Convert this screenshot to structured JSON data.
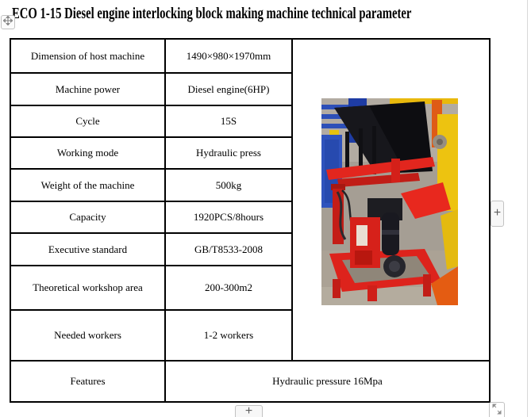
{
  "title": "ECO 1-15 Diesel engine interlocking block making machine technical parameter",
  "table": {
    "rows": [
      {
        "label": "Dimension of host machine",
        "value": "1490×980×1970mm"
      },
      {
        "label": "Machine power",
        "value": "Diesel engine(6HP)"
      },
      {
        "label": "Cycle",
        "value": "15S"
      },
      {
        "label": "Working mode",
        "value": "Hydraulic press"
      },
      {
        "label": "Weight of the machine",
        "value": "500kg"
      },
      {
        "label": "Capacity",
        "value": "1920PCS/8hours"
      },
      {
        "label": "Executive standard",
        "value": "GB/T8533-2008"
      },
      {
        "label": "Theoretical workshop area",
        "value": "200-300m2"
      },
      {
        "label": "Needed workers",
        "value": "1-2 workers"
      },
      {
        "label": "Features",
        "value": "Hydraulic pressure 16Mpa"
      }
    ]
  },
  "photo": {
    "description": "diesel engine interlocking block making machine photo",
    "colors": {
      "hopper_black": "#0d0d11",
      "frame_red": "#e2261e",
      "engine_red": "#d6211a",
      "background_blue": "#2f53bd",
      "background_yellow": "#edc310",
      "wall_grey": "#b2aba2",
      "floor_grey": "#aba295",
      "orange": "#e45c12"
    }
  },
  "controls": {
    "move_handle_icon": "move-icon",
    "expand_right_label": "+",
    "expand_bottom_label": "+",
    "resize_icon": "resize-diagonal-icon"
  },
  "colors": {
    "table_border": "#000000",
    "page_background": "#ffffff",
    "edge_line": "#d8d8d8"
  }
}
